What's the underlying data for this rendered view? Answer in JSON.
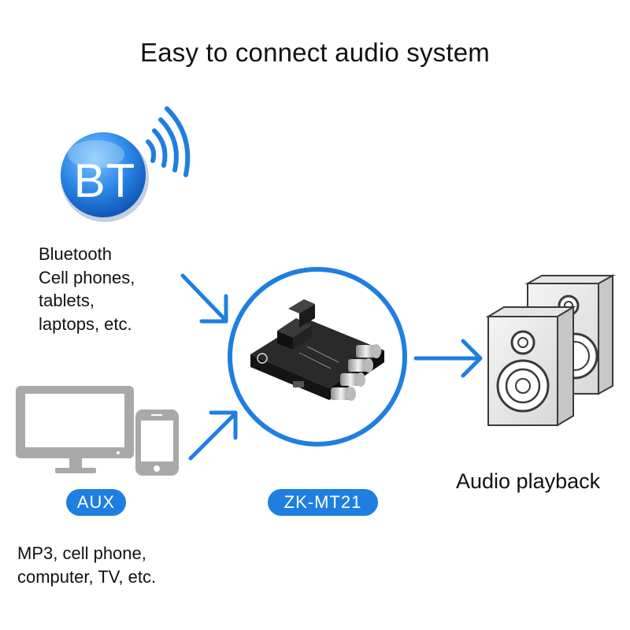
{
  "title": "Easy to connect audio system",
  "bluetooth": {
    "badge": "BT",
    "lines": [
      "Bluetooth",
      "Cell phones,",
      "tablets,",
      "laptops, etc."
    ]
  },
  "aux": {
    "label": "AUX",
    "lines": [
      "MP3, cell phone,",
      "computer, TV, etc."
    ]
  },
  "board": {
    "model": "ZK-MT21"
  },
  "output": {
    "label": "Audio playback"
  },
  "colors": {
    "accent": "#1f7fe0",
    "device_gray": "#a9a9a9",
    "board_dark": "#1b1b1b"
  },
  "icons": [
    "bluetooth-badge-icon",
    "wifi-waves-icon",
    "monitor-icon",
    "smartphone-icon",
    "amplifier-board-icon",
    "speaker-icon",
    "arrow-icon"
  ]
}
